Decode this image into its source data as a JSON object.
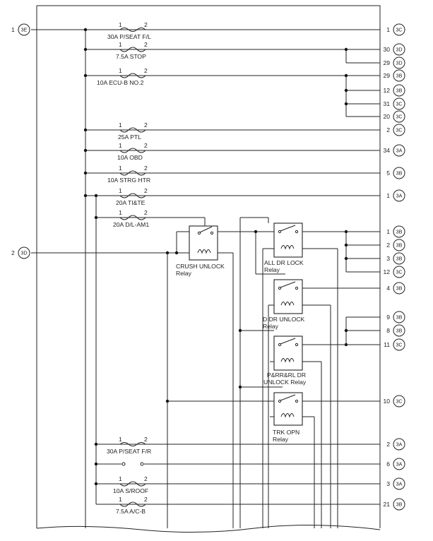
{
  "left_terminals": [
    {
      "num": "1",
      "conn": "3E"
    },
    {
      "num": "2",
      "conn": "3D"
    }
  ],
  "fuses": [
    {
      "label": "30A P/SEAT F/L",
      "pin1": "1",
      "pin2": "2"
    },
    {
      "label": "7.5A STOP",
      "pin1": "1",
      "pin2": "2"
    },
    {
      "label": "10A ECU-B NO.2",
      "pin1": "1",
      "pin2": "2"
    },
    {
      "label": "25A PTL",
      "pin1": "1",
      "pin2": "2"
    },
    {
      "label": "10A OBD",
      "pin1": "1",
      "pin2": "2"
    },
    {
      "label": "10A STRG HTR",
      "pin1": "1",
      "pin2": "2"
    },
    {
      "label": "20A TI&TE",
      "pin1": "1",
      "pin2": "2"
    },
    {
      "label": "20A D/L-AM1",
      "pin1": "1",
      "pin2": "2"
    },
    {
      "label": "30A P/SEAT F/R",
      "pin1": "1",
      "pin2": "2"
    },
    {
      "label": "10A S/ROOF",
      "pin1": "1",
      "pin2": "2"
    },
    {
      "label": "7.5A A/C-B",
      "pin1": "1",
      "pin2": "2"
    }
  ],
  "relays": [
    {
      "line1": "CRUSH UNLOCK",
      "line2": "Relay"
    },
    {
      "line1": "ALL DR LOCK",
      "line2": "Relay"
    },
    {
      "line1": "D DR UNLOCK",
      "line2": "Relay"
    },
    {
      "line1": "P&RR&RL DR",
      "line2": "UNLOCK Relay"
    },
    {
      "line1": "TRK OPN",
      "line2": "Relay"
    }
  ],
  "right_terminals": [
    {
      "num": "1",
      "conn": "3C"
    },
    {
      "num": "30",
      "conn": "3D"
    },
    {
      "num": "29",
      "conn": "3D"
    },
    {
      "num": "29",
      "conn": "3B"
    },
    {
      "num": "12",
      "conn": "3B"
    },
    {
      "num": "31",
      "conn": "3C"
    },
    {
      "num": "20",
      "conn": "3C"
    },
    {
      "num": "2",
      "conn": "3C"
    },
    {
      "num": "34",
      "conn": "3A"
    },
    {
      "num": "5",
      "conn": "3B"
    },
    {
      "num": "1",
      "conn": "3A"
    },
    {
      "num": "1",
      "conn": "3B"
    },
    {
      "num": "2",
      "conn": "3B"
    },
    {
      "num": "3",
      "conn": "3B"
    },
    {
      "num": "12",
      "conn": "3C"
    },
    {
      "num": "4",
      "conn": "3B"
    },
    {
      "num": "9",
      "conn": "3B"
    },
    {
      "num": "8",
      "conn": "3B"
    },
    {
      "num": "11",
      "conn": "3C"
    },
    {
      "num": "10",
      "conn": "3C"
    },
    {
      "num": "2",
      "conn": "3A"
    },
    {
      "num": "6",
      "conn": "3A"
    },
    {
      "num": "3",
      "conn": "3A"
    },
    {
      "num": "21",
      "conn": "3B"
    }
  ]
}
